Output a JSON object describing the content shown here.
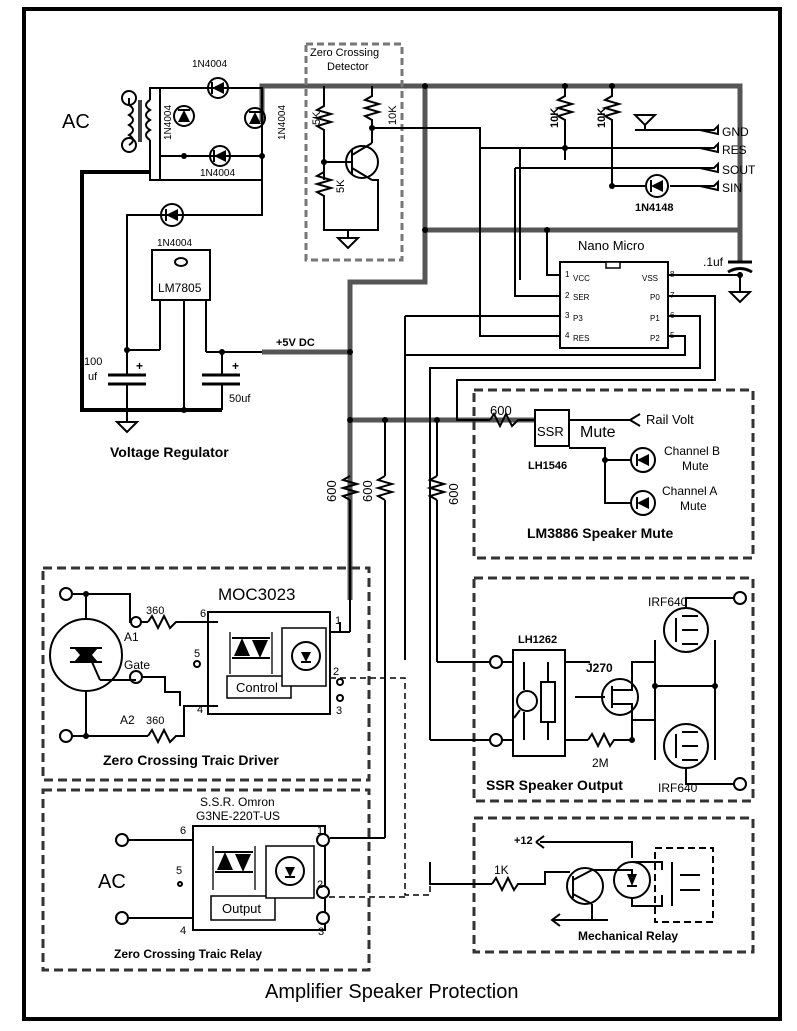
{
  "title": "Amplifier Speaker Protection",
  "labels": {
    "ac_in": "AC",
    "zc_detector": "Zero Crossing",
    "zc_detector2": "Detector",
    "diode_top": "1N4004",
    "diode_left": "1N4004",
    "diode_right": "1N4004",
    "diode_bottom": "1N4004",
    "diode_reg": "1N4004",
    "regulator": "LM7805",
    "cap_100": "100",
    "cap_100_unit": "uf",
    "cap_50": "50uf",
    "plus5v": "+5V DC",
    "voltage_regulator": "Voltage Regulator",
    "r_5k_a": "5K",
    "r_5k_b": "5K",
    "r_10k_a": "10K",
    "r_10k_b": "10K",
    "r_10k_c": "10K",
    "pin_gnd": "GND",
    "pin_res": "RES",
    "pin_sout": "SOUT",
    "pin_sin": "SIN",
    "diode_1n4148": "1N4148",
    "nano_micro": "Nano Micro",
    "cap_01": ".1uf",
    "pin_vcc": "VCC",
    "pin_ser": "SER",
    "pin_p3": "P3",
    "pin_res2": "RES",
    "pin_vss": "VSS",
    "pin_p0": "P0",
    "pin_p1": "P1",
    "pin_p2": "P2",
    "pn1": "1",
    "pn2": "2",
    "pn3": "3",
    "pn4": "4",
    "pn5": "5",
    "pn6": "6",
    "pn7": "7",
    "pn8": "8",
    "r_600_mute": "600",
    "ssr": "SSR",
    "mute": "Mute",
    "lh1546": "LH1546",
    "rail_volt": "Rail Volt",
    "channel_b": "Channel  B",
    "channel_b_mute": "Mute",
    "channel_a": "Channel  A",
    "channel_a_mute": "Mute",
    "lm3886_mute": "LM3886 Speaker Mute",
    "r_600_1": "600",
    "r_600_2": "600",
    "r_600_3": "600",
    "moc3023": "MOC3023",
    "r_360_a": "360",
    "r_360_b": "360",
    "a1": "A1",
    "a2": "A2",
    "gate": "Gate",
    "moc_p6": "6",
    "moc_p5": "5",
    "moc_p4": "4",
    "moc_p1": "1",
    "moc_p2": "2",
    "moc_p3": "3",
    "control": "Control",
    "zc_triac_driver": "Zero Crossing  Traic Driver",
    "lh1262": "LH1262",
    "j270": "J270",
    "irf640_top": "IRF640",
    "irf640_bot": "IRF640",
    "r_2m": "2M",
    "ssr_speaker_output": "SSR Speaker  Output",
    "ssr_omron": "S.S.R. Omron",
    "ssr_part": "G3NE-220T-US",
    "ac_relay": "AC",
    "om_p6": "6",
    "om_p5": "5",
    "om_p4": "4",
    "om_p1": "1",
    "om_p2": "2",
    "om_p3": "3",
    "output": "Output",
    "zc_triac_relay": "Zero Crossing  Traic Relay",
    "plus12": "+12",
    "r_1k": "1K",
    "mechanical_relay": "Mechanical Relay"
  }
}
